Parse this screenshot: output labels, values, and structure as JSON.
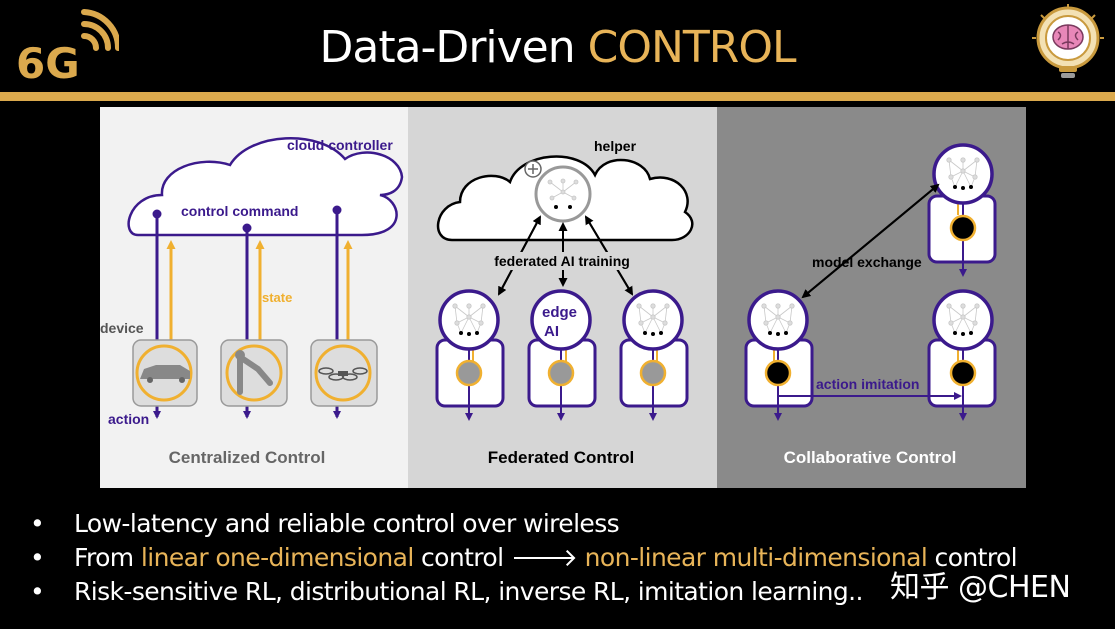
{
  "header": {
    "logo_text": "6G",
    "title_main": "Data-Driven ",
    "title_accent": "CONTROL",
    "accent_color": "#dba94d"
  },
  "figure": {
    "panels": [
      {
        "caption": "Centralized Control",
        "labels": {
          "cloud": "cloud controller",
          "command": "control command",
          "state": "state",
          "device": "device",
          "action": "action"
        }
      },
      {
        "caption": "Federated Control",
        "labels": {
          "helper": "helper",
          "training": "federated AI training",
          "edge1": "edge",
          "edge2": "AI"
        }
      },
      {
        "caption": "Collaborative Control",
        "labels": {
          "exchange": "model exchange",
          "imitation": "action imitation"
        }
      }
    ],
    "colors": {
      "purple": "#3b1a8c",
      "gold": "#f0b030"
    }
  },
  "bullets": [
    {
      "parts": [
        {
          "text": "Low-latency and reliable control over wireless",
          "hl": false
        }
      ]
    },
    {
      "parts": [
        {
          "text": "From ",
          "hl": false
        },
        {
          "text": "linear one-dimensional",
          "hl": true
        },
        {
          "text": " control ",
          "hl": false
        },
        {
          "text": "🡒",
          "hl": false
        },
        {
          "text": " ",
          "hl": false
        },
        {
          "text": "non-linear multi-dimensional",
          "hl": true
        },
        {
          "text": " control",
          "hl": false
        }
      ]
    },
    {
      "parts": [
        {
          "text": "Risk-sensitive RL, distributional RL, inverse RL, imitation learning..",
          "hl": false
        }
      ]
    }
  ],
  "bullet_symbol": "•",
  "watermark": "知乎 @CHEN"
}
